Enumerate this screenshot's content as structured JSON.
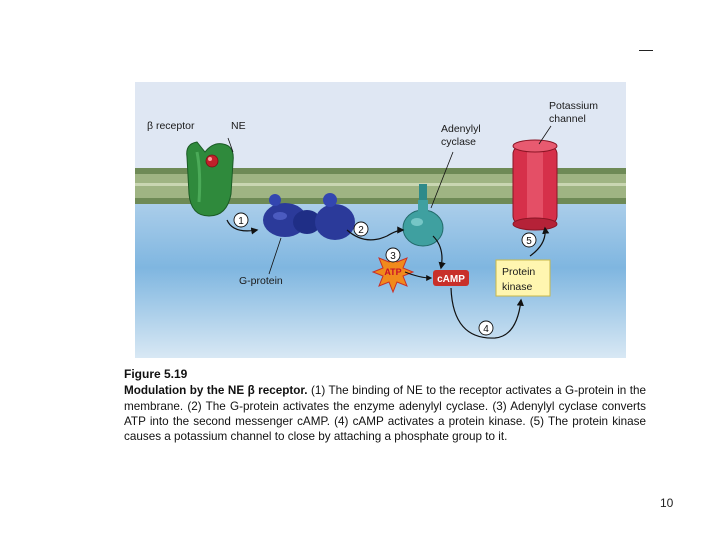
{
  "figure": {
    "labels": {
      "beta_receptor": "β receptor",
      "ne": "NE",
      "adenylyl_cyclase_1": "Adenylyl",
      "adenylyl_cyclase_2": "cyclase",
      "potassium_channel_1": "Potassium",
      "potassium_channel_2": "channel",
      "g_protein": "G-protein",
      "atp": "ATP",
      "camp": "cAMP",
      "protein_kinase_1": "Protein",
      "protein_kinase_2": "kinase"
    },
    "steps": [
      "1",
      "2",
      "3",
      "4",
      "5"
    ]
  },
  "caption": {
    "figure_number": "Figure 5.19",
    "lead": "Modulation by the NE β receptor.",
    "body": " (1) The binding of NE to the receptor activates a G-protein in the membrane. (2) The G-protein activates the enzyme adenylyl cyclase. (3) Adenylyl cyclase converts ATP into the second messenger cAMP. (4) cAMP activates a protein kinase. (5) The protein kinase causes a potassium channel to close by attaching a phosphate group to it."
  },
  "page_number": "10",
  "colors": {
    "extracellular": "#dfe7f3",
    "membrane": "#8aa86f",
    "intracellular": "#7fb6e0",
    "receptor": "#2f8a3c",
    "g_protein": "#2b3a9a",
    "adenylyl_cyclase": "#3fa0a0",
    "channel": "#d6304a",
    "atp": "#f08a1c",
    "camp": "#c8302a",
    "kinase_box": "#fff6b0"
  }
}
